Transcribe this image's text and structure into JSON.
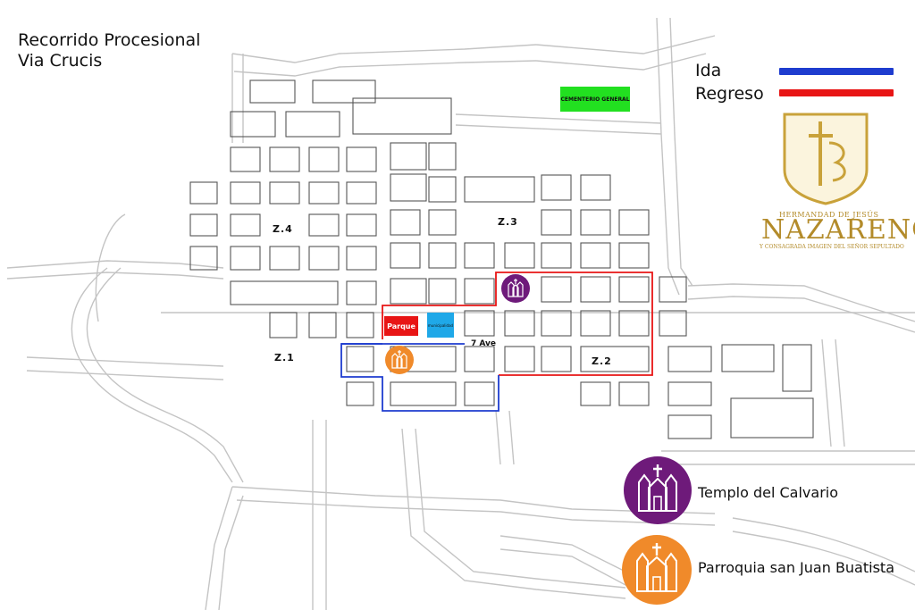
{
  "title": {
    "line1": "Recorrido Procesional",
    "line2": "Via Crucis"
  },
  "legend": {
    "ida_label": "Ida",
    "regreso_label": "Regreso",
    "ida_color": "#1e3ccf",
    "regreso_color": "#e81515"
  },
  "logo": {
    "line1": "HERMANDAD DE JESÚS",
    "line2": "NAZARENO",
    "line3": "Y CONSAGRADA IMAGEN DEL SEÑOR SEPULTADO",
    "color": "#c9a23a"
  },
  "zones": {
    "z1": "Z.1",
    "z2": "Z.2",
    "z3": "Z.3",
    "z4": "Z.4"
  },
  "places": {
    "cementerio": "CEMENTERIO GENERAL",
    "parque": "Parque",
    "municipalidad": "municipalidad",
    "street": "7 Ave"
  },
  "poi": {
    "calvario": "Templo del Calvario",
    "calvario_color": "#6e1a7a",
    "parroquia": "Parroquia san Juan Buatista",
    "parroquia_color": "#f08a2a"
  },
  "colors": {
    "cementerio": "#22e020",
    "parque": "#e81515",
    "municipalidad": "#1fa8e8",
    "road_outline": "#bdbdbd"
  }
}
